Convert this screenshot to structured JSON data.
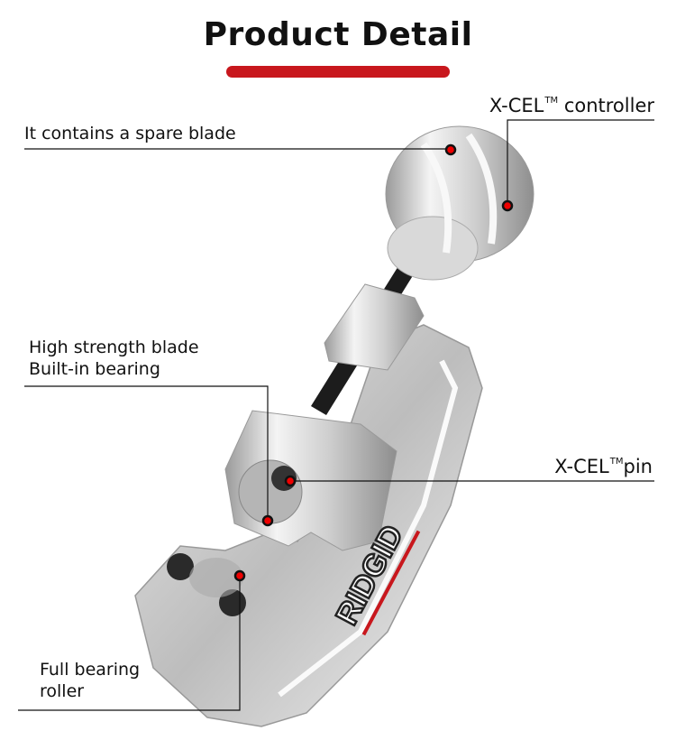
{
  "header": {
    "title": "Product Detail"
  },
  "brand": {
    "logo_text": "RIDGID",
    "accent": "#c8171d"
  },
  "callouts": {
    "spare_blade": "It contains a spare blade",
    "controller_prefix": "X-CEL",
    "controller_tm": "TM",
    "controller_suffix": "controller",
    "blade_line1": "High strength blade",
    "blade_line2": "Built-in bearing",
    "pin_prefix": "X-CEL",
    "pin_tm": "TM",
    "pin_suffix": "pin",
    "roller_line1": "Full bearing",
    "roller_line2": "roller"
  }
}
